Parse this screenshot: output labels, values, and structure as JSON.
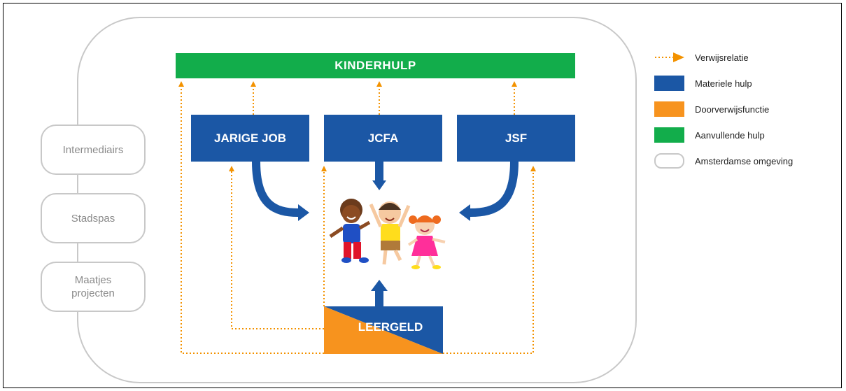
{
  "environment": {
    "side_items": [
      "Intermediairs",
      "Stadspas",
      "Maatjes\nprojecten"
    ]
  },
  "kinderhulp": {
    "label": "KINDERHULP"
  },
  "orgs": {
    "jarige_job": "JARIGE JOB",
    "jcfa": "JCFA",
    "jsf": "JSF",
    "leergeld": "LEERGELD"
  },
  "legend": {
    "items": [
      {
        "label": "Verwijsrelatie",
        "kind": "dotted-arrow",
        "color": "#f39200"
      },
      {
        "label": "Materiele hulp",
        "kind": "swatch",
        "color": "#1b57a5"
      },
      {
        "label": "Doorverwijsfunctie",
        "kind": "swatch",
        "color": "#f7931e"
      },
      {
        "label": "Aanvullende hulp",
        "kind": "swatch",
        "color": "#12ad4b"
      },
      {
        "label": "Amsterdamse omgeving",
        "kind": "outline",
        "color": "#c8c8c8"
      }
    ]
  },
  "colors": {
    "blue": "#1b57a5",
    "orange": "#f39200",
    "green": "#12ad4b",
    "gray": "#c8c8c8"
  }
}
